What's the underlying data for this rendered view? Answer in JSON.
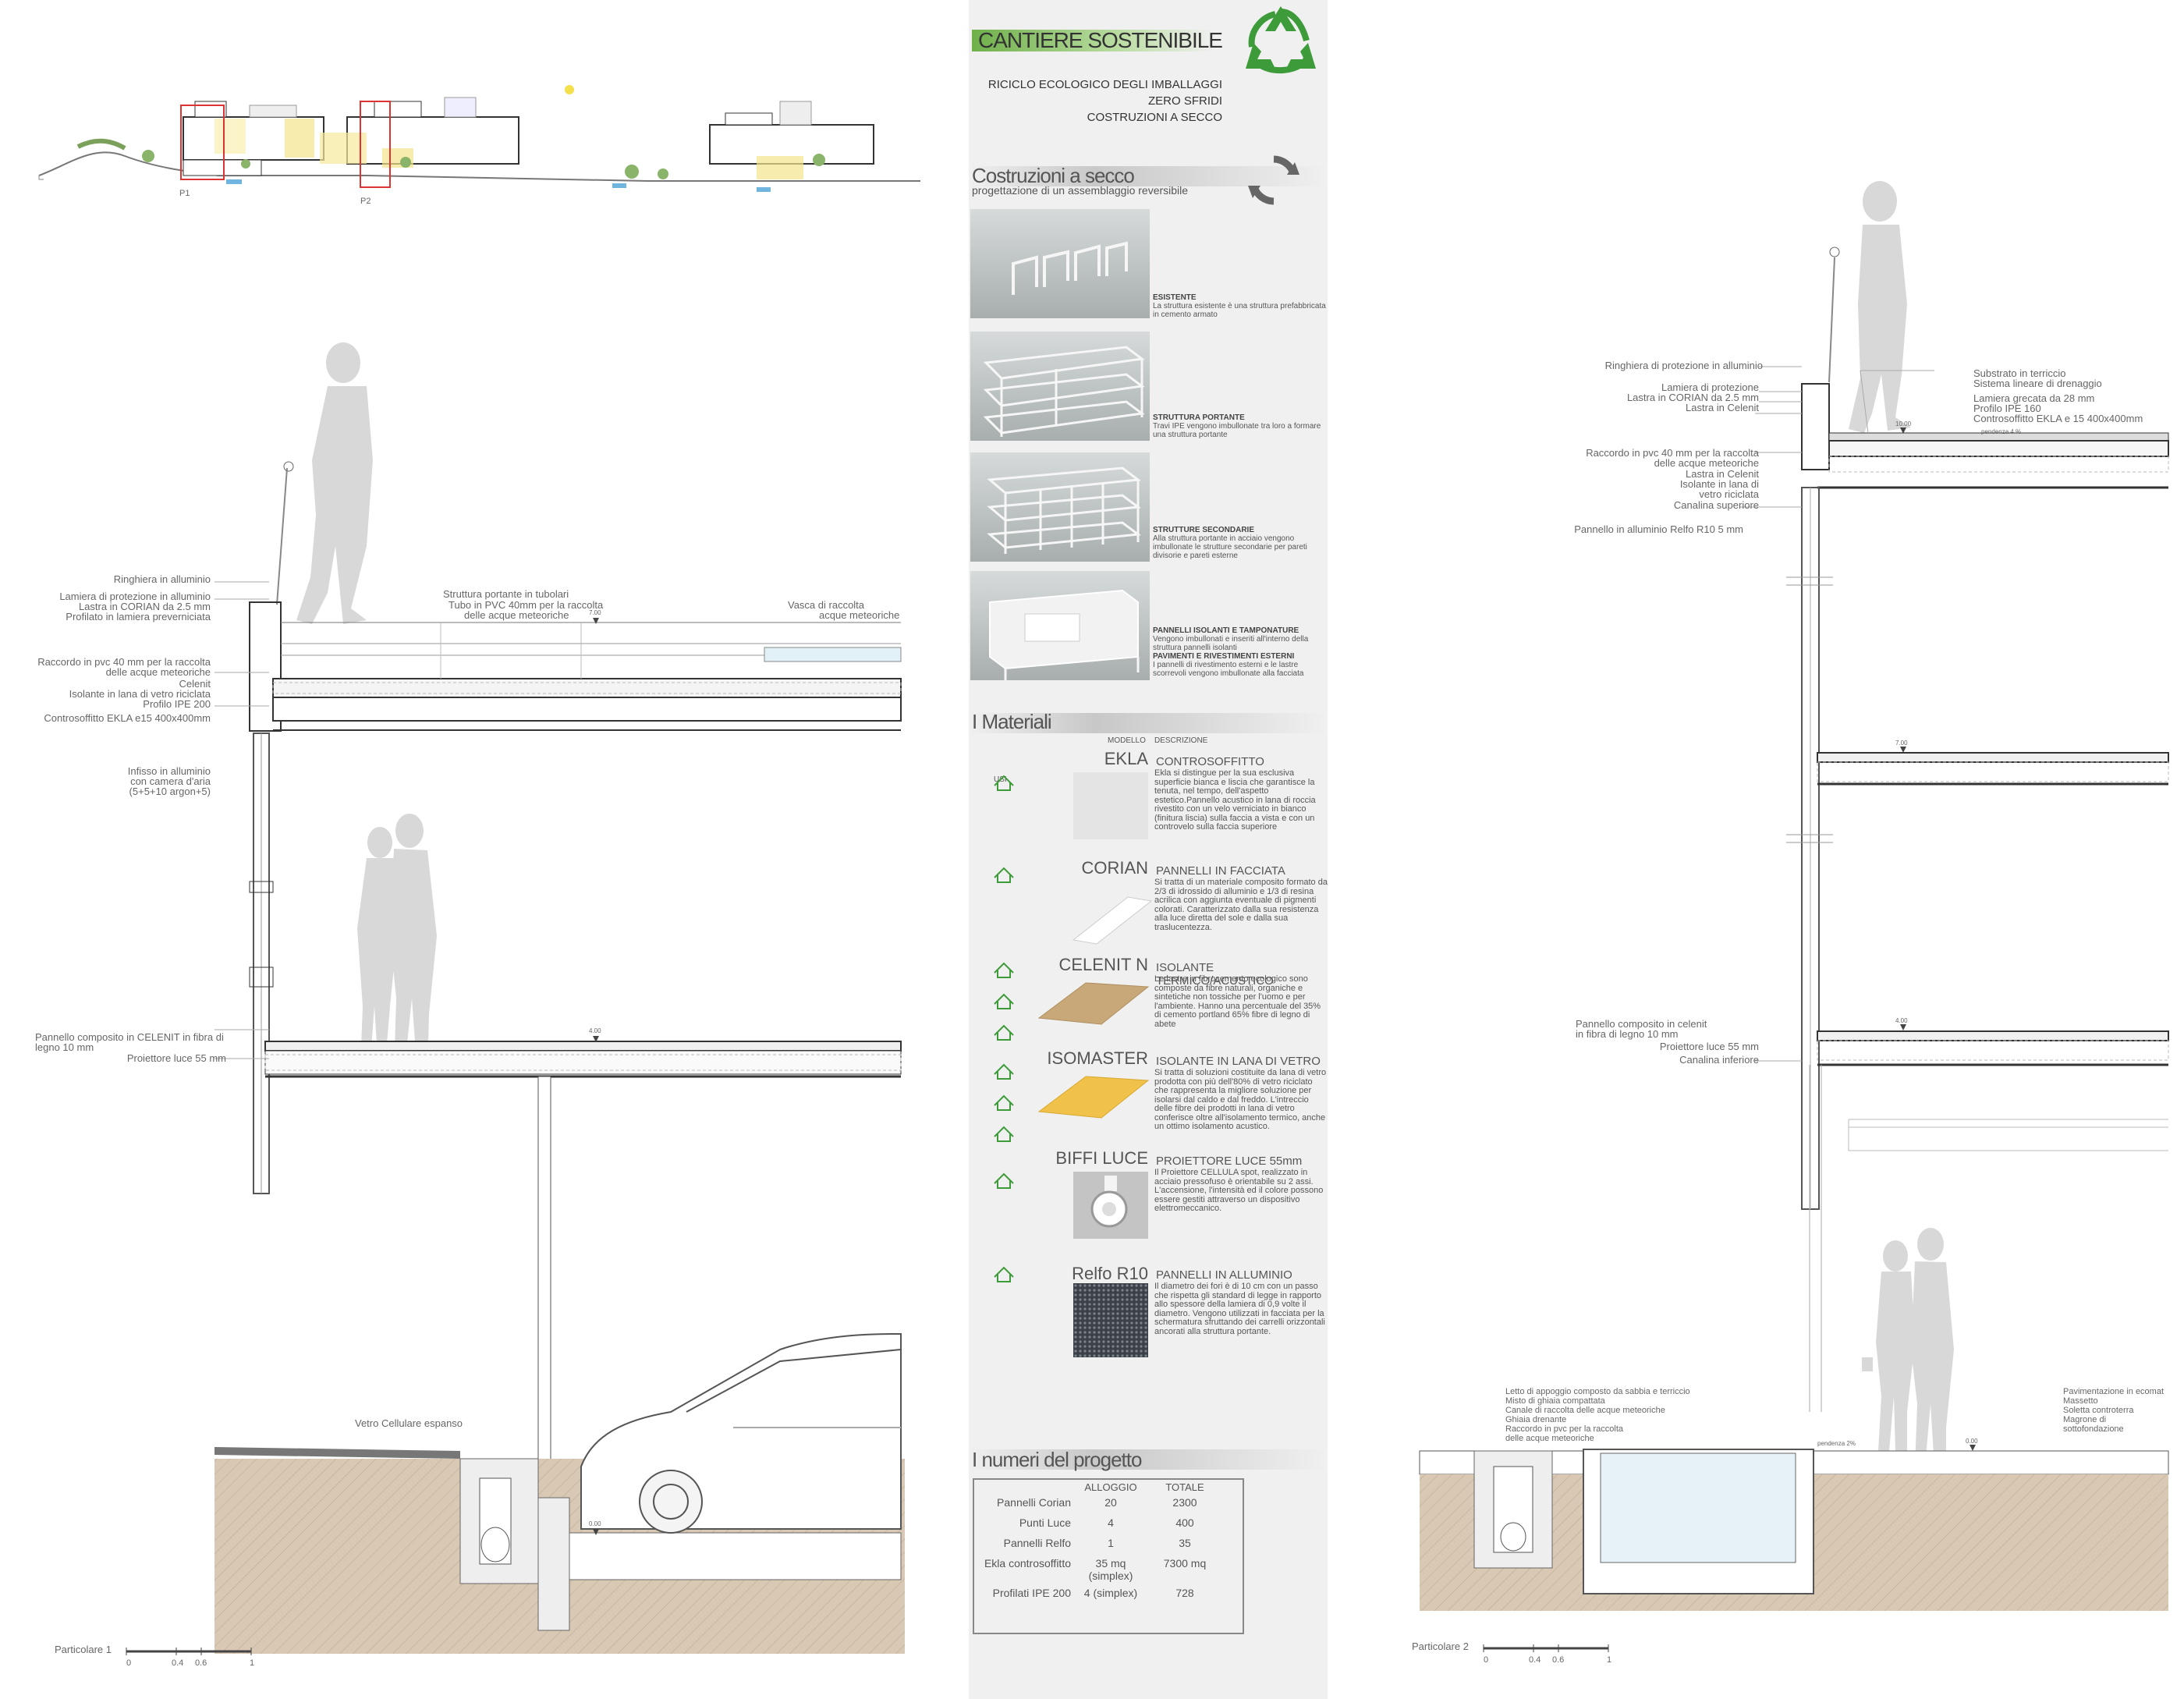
{
  "site_section": {
    "p1": "P1",
    "p2": "P2"
  },
  "left": {
    "labels": [
      "Ringhiera in alluminio",
      "Lamiera di protezione in alluminio",
      "Lastra in CORIAN da 2.5 mm",
      "Profilato in lamiera preverniciata",
      "Raccordo in pvc 40 mm per la raccolta",
      "delle acque meteoriche",
      "Celenit",
      "Isolante in lana di vetro riciclata",
      "Profilo IPE 200",
      "Controsoffitto EKLA e15 400x400mm",
      "Infisso in alluminio",
      "con camera d'aria",
      "(5+5+10 argon+5)",
      "Pannello composito in CELENIT in fibra di",
      "legno 10 mm",
      "Proiettore luce 55 mm"
    ],
    "top_labels": [
      "Struttura portante in tubolari",
      "Tubo in PVC 40mm per la raccolta",
      "delle acque meteoriche",
      "Vasca di raccolta",
      "acque meteoriche"
    ],
    "vetro": "Vetro Cellulare espanso",
    "elev_roof": "7.00",
    "elev_floor": "4.00",
    "elev_ground": "0.00",
    "caption": "Particolare 1",
    "scale": [
      "0",
      "0.4",
      "0.6",
      "1"
    ]
  },
  "panel": {
    "title": "CANTIERE SOSTENIBILE",
    "subtitle_lines": [
      "RICICLO ECOLOGICO DEGLI IMBALLAGGI",
      "ZERO SFRIDI",
      "COSTRUZIONI A SECCO"
    ],
    "section1": "Costruzioni a secco",
    "section1_sub": "progettazione di un assemblaggio reversibile",
    "steps": [
      {
        "title": "ESISTENTE",
        "text": "La struttura esistente è una struttura prefabbricata in cemento armato"
      },
      {
        "title": "STRUTTURA PORTANTE",
        "text": "Travi IPE vengono imbullonate tra loro a formare una struttura portante"
      },
      {
        "title": "STRUTTURE SECONDARIE",
        "text": "Alla struttura portante in acciaio vengono imbullonate le strutture secondarie per pareti divisorie e pareti esterne"
      },
      {
        "title": "PANNELLI ISOLANTI E TAMPONATURE",
        "text": "Vengono imbullonati e inseriti all'interno della struttura pannelli isolanti",
        "title2": "PAVIMENTI E RIVESTIMENTI ESTERNI",
        "text2": "I pannelli di rivestimento esterni e le lastre scorrevoli vengono imbullonate alla facciata"
      }
    ],
    "section2": "I Materiali",
    "col_usi": "USI",
    "col_modello": "MODELLO",
    "col_descr": "DESCRIZIONE",
    "materials": [
      {
        "name": "EKLA",
        "sub": "CONTROSOFFITTO",
        "desc": "Ekla si distingue per la sua esclusiva superficie bianca e liscia che garantisce la tenuta, nel tempo, dell'aspetto estetico.Pannello acustico in lana di roccia rivestito con un velo verniciato in bianco (finitura liscia) sulla faccia a vista e con un controvelo sulla faccia superiore"
      },
      {
        "name": "CORIAN",
        "sub": "PANNELLI IN FACCIATA",
        "desc": "Si tratta di un materiale composito formato da 2/3 di idrossido di alluminio e 1/3 di resina acrilica con aggiunta eventuale di pigmenti colorati. Caratterizzato dalla sua resistenza alla luce diretta del sole e dalla sua traslucentezza."
      },
      {
        "name": "CELENIT N",
        "sub": "ISOLANTE TERMICO/ACUSTICO",
        "desc": "Le lastre in fibrocemento ecologico sono composte da fibre naturali, organiche e sintetiche non tossiche per l'uomo e per l'ambiente. Hanno una percentuale del 35% di cemento portland 65% fibre di legno di abete"
      },
      {
        "name": "ISOMASTER",
        "sub": "ISOLANTE IN LANA DI VETRO",
        "desc": "Si tratta di soluzioni costituite da lana di vetro prodotta con più dell'80% di vetro riciclato che rappresenta la migliore soluzione per isolarsi dal caldo e dal freddo. L'intreccio delle fibre dei prodotti in lana di vetro conferisce oltre all'isolamento termico, anche un ottimo isolamento acustico."
      },
      {
        "name": "BIFFI LUCE",
        "sub": "PROIETTORE LUCE 55mm",
        "desc": "Il Proiettore CELLULA spot, realizzato in acciaio pressofuso è orientabile su 2 assi. L'accensione, l'intensità ed il colore possono essere gestiti attraverso un dispositivo elettromeccanico."
      },
      {
        "name": "Relfo R10",
        "sub": "PANNELLI IN ALLUMINIO",
        "desc": "Il diametro dei fori è di 10 cm con un passo che rispetta gli standard di legge in rapporto allo spessore della lamiera di 0,9 volte il diametro. Vengono utilizzati in facciata per la schermatura sfruttando dei carrelli orizzontali ancorati alla struttura portante."
      }
    ],
    "section3": "I numeri del progetto",
    "table_headers": [
      "",
      "ALLOGGIO",
      "TOTALE"
    ],
    "table_rows": [
      [
        "Pannelli Corian",
        "20",
        "2300"
      ],
      [
        "Punti Luce",
        "4",
        "400"
      ],
      [
        "Pannelli Relfo",
        "1",
        "35"
      ],
      [
        "Ekla controsoffitto",
        "35 mq (simplex)",
        "7300 mq"
      ],
      [
        "Profilati IPE 200",
        "4 (simplex)",
        "728"
      ]
    ]
  },
  "right": {
    "labels_left": [
      "Ringhiera di protezione in alluminio",
      "Lamiera di protezione",
      "Lastra in CORIAN da 2.5 mm",
      "Lastra in Celenit",
      "Raccordo in pvc 40 mm per la raccolta",
      "delle acque meteoriche",
      "Lastra in Celenit",
      "Isolante in lana di",
      "vetro riciclata",
      "Canalina superiore",
      "Pannello in alluminio Relfo R10 5 mm",
      "Pannello composito in celenit",
      "in fibra di legno 10 mm",
      "Proiettore luce 55 mm",
      "Canalina inferiore"
    ],
    "labels_right": [
      "Substrato in terriccio",
      "Sistema lineare di drenaggio",
      "Lamiera grecata da 28 mm",
      "Profilo IPE 160",
      "Controsoffitto EKLA e 15 400x400mm"
    ],
    "bottom_left": [
      "Letto di appoggio composto da sabbia e terriccio",
      "Misto di ghiaia compattata",
      "Canale di raccolta delle acque meteoriche",
      "Ghiaia drenante",
      "Raccordo in pvc per la raccolta",
      "delle acque meteoriche"
    ],
    "bottom_right": [
      "Pavimentazione in ecomat",
      "Massetto",
      "Soletta controterra",
      "Magrone di",
      "sottofondazione"
    ],
    "elev_top": "10.00",
    "elev_mid": "7.00",
    "elev_low": "4.00",
    "elev_ground": "0.00",
    "pendenza1": "pendenza 4 %",
    "pendenza2": "pendenza 2%",
    "caption": "Particolare 2",
    "scale": [
      "0",
      "0.4",
      "0.6",
      "1"
    ]
  }
}
